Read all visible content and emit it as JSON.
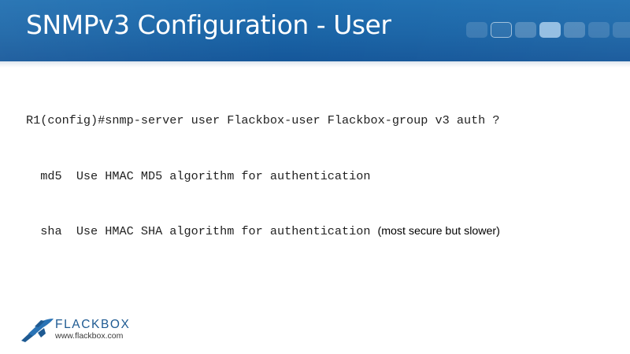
{
  "slide": {
    "title": "SNMPv3 Configuration - User"
  },
  "cli": {
    "command": "R1(config)#snmp-server user Flackbox-user Flackbox-group v3 auth ?",
    "options": [
      {
        "keyword": "md5",
        "description": "Use HMAC MD5 algorithm for authentication",
        "note": ""
      },
      {
        "keyword": "sha",
        "description": "Use HMAC SHA algorithm for authentication",
        "note": "(most secure but slower)"
      }
    ]
  },
  "logo": {
    "name": "FLACKBOX",
    "url": "www.flackbox.com",
    "icon": "airplane-logo-icon"
  },
  "colors": {
    "header": "#1a64a6",
    "title_text": "#ffffff",
    "logo_blue": "#1e5a92"
  }
}
